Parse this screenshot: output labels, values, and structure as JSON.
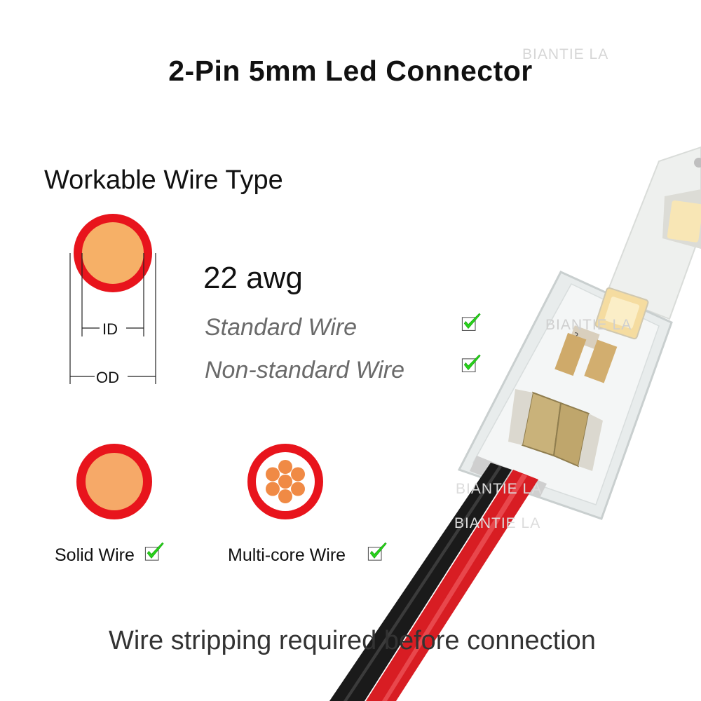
{
  "title": "2-Pin 5mm Led Connector",
  "section_heading": "Workable Wire Type",
  "gauge": "22 awg",
  "wire_types": [
    {
      "label": "Standard Wire",
      "checked": true
    },
    {
      "label": "Non-standard Wire",
      "checked": true
    }
  ],
  "diagram_labels": {
    "inner": "ID",
    "outer": "OD"
  },
  "cores": [
    {
      "label": "Solid Wire",
      "checked": true
    },
    {
      "label": "Multi-core Wire",
      "checked": true
    }
  ],
  "footer": "Wire stripping required before connection",
  "watermark": "BIANTIE LA",
  "colors": {
    "insulation": "#e8141c",
    "conductor": "#f6b067",
    "check": "#27d21a",
    "wire_black": "#111111",
    "wire_red": "#d81d23"
  },
  "icons": [
    "checkbox-checked-icon"
  ]
}
